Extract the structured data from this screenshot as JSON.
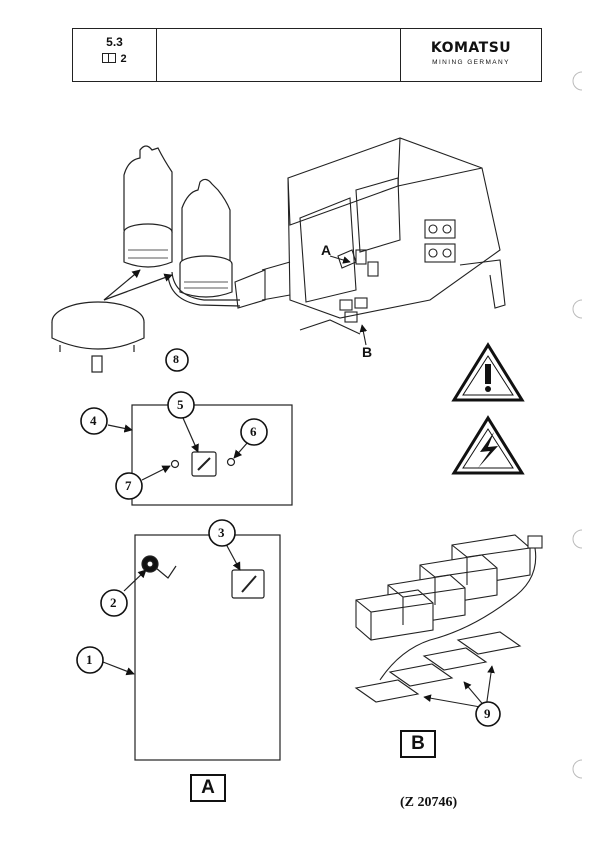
{
  "header": {
    "section": "5.3",
    "book_number": "2",
    "book_icon": "book-icon",
    "brand_logo": "KOMATSU",
    "brand_subtitle": "MINING GERMANY"
  },
  "callouts": [
    "1",
    "2",
    "3",
    "4",
    "5",
    "6",
    "7",
    "8",
    "9"
  ],
  "view_letters": {
    "a": "A",
    "b": "B"
  },
  "figure_labels": {
    "a": "A",
    "b": "B"
  },
  "reference": "(Z 20746)",
  "warning_icons": [
    "warning-exclamation-icon",
    "electrical-hazard-icon"
  ]
}
